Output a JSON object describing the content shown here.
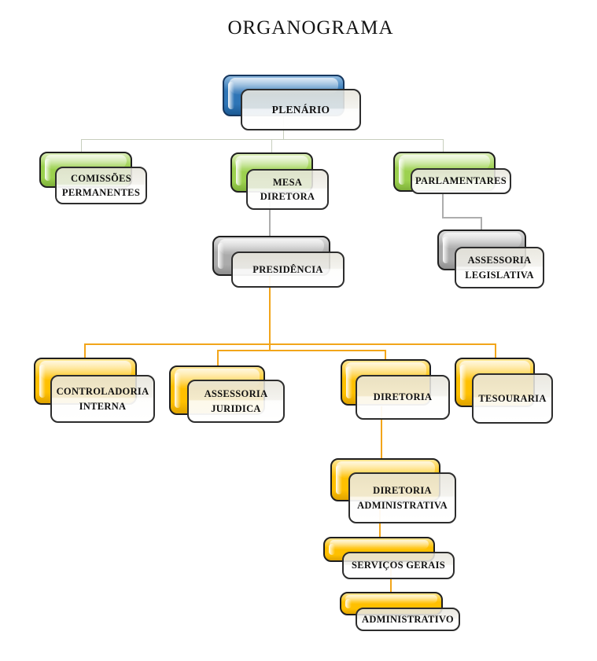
{
  "title": "ORGANOGRAMA",
  "palette": {
    "node-blue": "#2E75B6",
    "node-blue-light": "#8FBADF",
    "node-blue-dark": "#1C5A94",
    "node-blue-border": "#16375F",
    "node-green": "#9CD14F",
    "node-green-light": "#DCEFB9",
    "node-green-dark": "#7EB13A",
    "node-gray": "#ABABAB",
    "node-gray-light": "#DEDEDE",
    "node-gray-dark": "#8E8E8E",
    "node-yellow": "#FFC000",
    "node-yellow-light": "#FFE795",
    "node-yellow-dark": "#DFA300",
    "line-level1": "#C7CEBD",
    "line-gray": "#ADADAD",
    "line-orange": "#F2A51A",
    "box-border": "#1F1F1F",
    "label-border": "#2D2D2D"
  },
  "nodes": [
    {
      "id": "plenario",
      "label": "PLENÁRIO",
      "color": "blue",
      "parent": null
    },
    {
      "id": "comissoes-permanentes",
      "label": "COMISSÕES PERMANENTES",
      "color": "green",
      "parent": "plenario"
    },
    {
      "id": "mesa-diretora",
      "label": "MESA DIRETORA",
      "color": "green",
      "parent": "plenario"
    },
    {
      "id": "parlamentares",
      "label": "PARLAMENTARES",
      "color": "green",
      "parent": "plenario"
    },
    {
      "id": "presidencia",
      "label": "PRESIDÊNCIA",
      "color": "gray",
      "parent": "mesa-diretora"
    },
    {
      "id": "assessoria-legislativa",
      "label": "ASSESSORIA LEGISLATIVA",
      "color": "gray",
      "parent": "parlamentares"
    },
    {
      "id": "controladoria-interna",
      "label": "CONTROLADORIA INTERNA",
      "color": "yellow",
      "parent": "presidencia"
    },
    {
      "id": "assessoria-juridica",
      "label": "ASSESSORIA JURIDICA",
      "color": "yellow",
      "parent": "presidencia"
    },
    {
      "id": "diretoria",
      "label": "DIRETORIA",
      "color": "yellow",
      "parent": "presidencia"
    },
    {
      "id": "tesouraria",
      "label": "TESOURARIA",
      "color": "yellow",
      "parent": "presidencia"
    },
    {
      "id": "diretoria-administrativa",
      "label": "DIRETORIA ADMINISTRATIVA",
      "color": "yellow",
      "parent": "diretoria"
    },
    {
      "id": "servicos-gerais",
      "label": "SERVIÇOS GERAIS",
      "color": "yellow",
      "parent": "diretoria-administrativa"
    },
    {
      "id": "administrativo",
      "label": "ADMINISTRATIVO",
      "color": "yellow",
      "parent": "servicos-gerais"
    }
  ]
}
